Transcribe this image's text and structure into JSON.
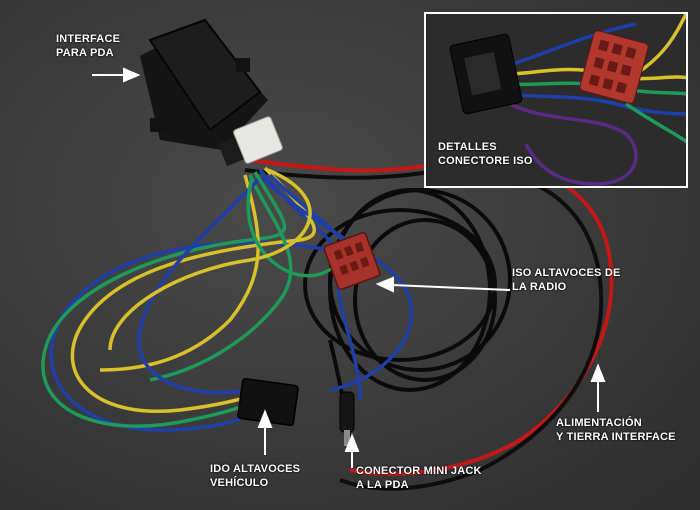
{
  "labels": {
    "interface_pda": [
      "INTERFACE",
      "PARA PDA"
    ],
    "detail_iso": [
      "DETALLES",
      "CONECTORE ISO"
    ],
    "iso_radio": [
      "ISO ALTAVOCES DE",
      "LA RADIO"
    ],
    "alimentacion": [
      "ALIMENTACIÓN",
      "Y TIERRA INTERFACE"
    ],
    "ido_vehiculo": [
      "IDO ALTAVOCES",
      "VEHÍCULO"
    ],
    "mini_jack": [
      "CONECTOR MINI JACK",
      "A LA PDA"
    ]
  },
  "colors": {
    "background": "#3b3b3b",
    "label_text": "#ffffff",
    "wire_blue": "#1f3fa8",
    "wire_green": "#1e9a5a",
    "wire_yellow": "#d8c12a",
    "wire_red": "#d11a1a",
    "wire_black": "#0b0b0b",
    "wire_purple": "#5a2a86",
    "connector_red": "#a7322a",
    "box_black": "#121212"
  }
}
